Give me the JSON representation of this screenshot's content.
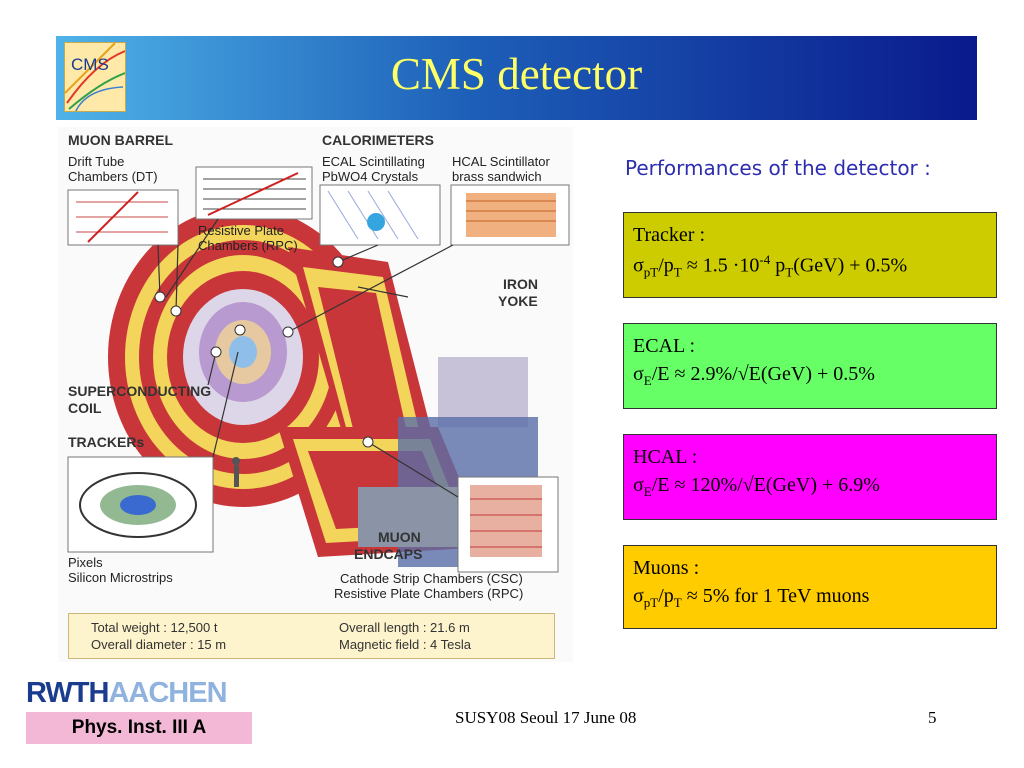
{
  "slide": {
    "title": "CMS detector",
    "logo_text": "CMS"
  },
  "figure": {
    "muon_barrel": {
      "heading": "MUON BARREL",
      "line1": "Drift Tube",
      "line2": "Chambers (DT)",
      "rpc1": "Resistive Plate",
      "rpc2": "Chambers (RPC)"
    },
    "calorimeters": {
      "heading": "CALORIMETERS",
      "ecal1": "ECAL Scintillating",
      "ecal2": "PbWO4 Crystals",
      "hcal1": "HCAL Scintillator",
      "hcal2": "brass sandwich"
    },
    "iron_yoke": {
      "line1": "IRON",
      "line2": "YOKE"
    },
    "coil": {
      "line1": "SUPERCONDUCTING",
      "line2": "COIL"
    },
    "trackers": {
      "heading": "TRACKERs",
      "line1": "Pixels",
      "line2": "Silicon Microstrips"
    },
    "endcaps": {
      "line1": "MUON",
      "line2": "ENDCAPS",
      "line3": "Cathode Strip Chambers (CSC)",
      "line4": "Resistive Plate Chambers (RPC)"
    },
    "specs": {
      "weight": "Total weight : 12,500 t",
      "diameter": "Overall diameter : 15 m",
      "length": "Overall length : 21.6 m",
      "field": "Magnetic field : 4 Tesla"
    }
  },
  "performance": {
    "heading": "Performances of the detector :",
    "colors": {
      "tracker": "#cccc00",
      "ecal": "#66ff66",
      "hcal": "#ff00ff",
      "muons": "#ffcc00"
    },
    "tracker": {
      "label": "Tracker :",
      "f1": "σ",
      "s1": "pT",
      "f2": "/p",
      "s2": "T",
      "f3": " ≈ 1.5 ·10",
      "sup": "-4",
      "f4": " p",
      "s3": "T",
      "f5": "(GeV) + 0.5%"
    },
    "ecal": {
      "label": "ECAL :",
      "f1": "σ",
      "s1": "E",
      "f2": "/E  ≈ 2.9%/√E(GeV) + 0.5%"
    },
    "hcal": {
      "label": "HCAL :",
      "f1": "σ",
      "s1": "E",
      "f2": "/E  ≈ 120%/√E(GeV) + 6.9%"
    },
    "muons": {
      "label": "Muons :",
      "f1": "σ",
      "s1": "pT",
      "f2": "/p",
      "s2": "T",
      "f3": " ≈ 5% for 1 TeV muons"
    }
  },
  "footer": {
    "rwth_a": "RWTH",
    "rwth_b": "AACHEN",
    "institute": "Phys. Inst. III A",
    "conference": "SUSY08  Seoul  17 June 08",
    "page": "5"
  }
}
